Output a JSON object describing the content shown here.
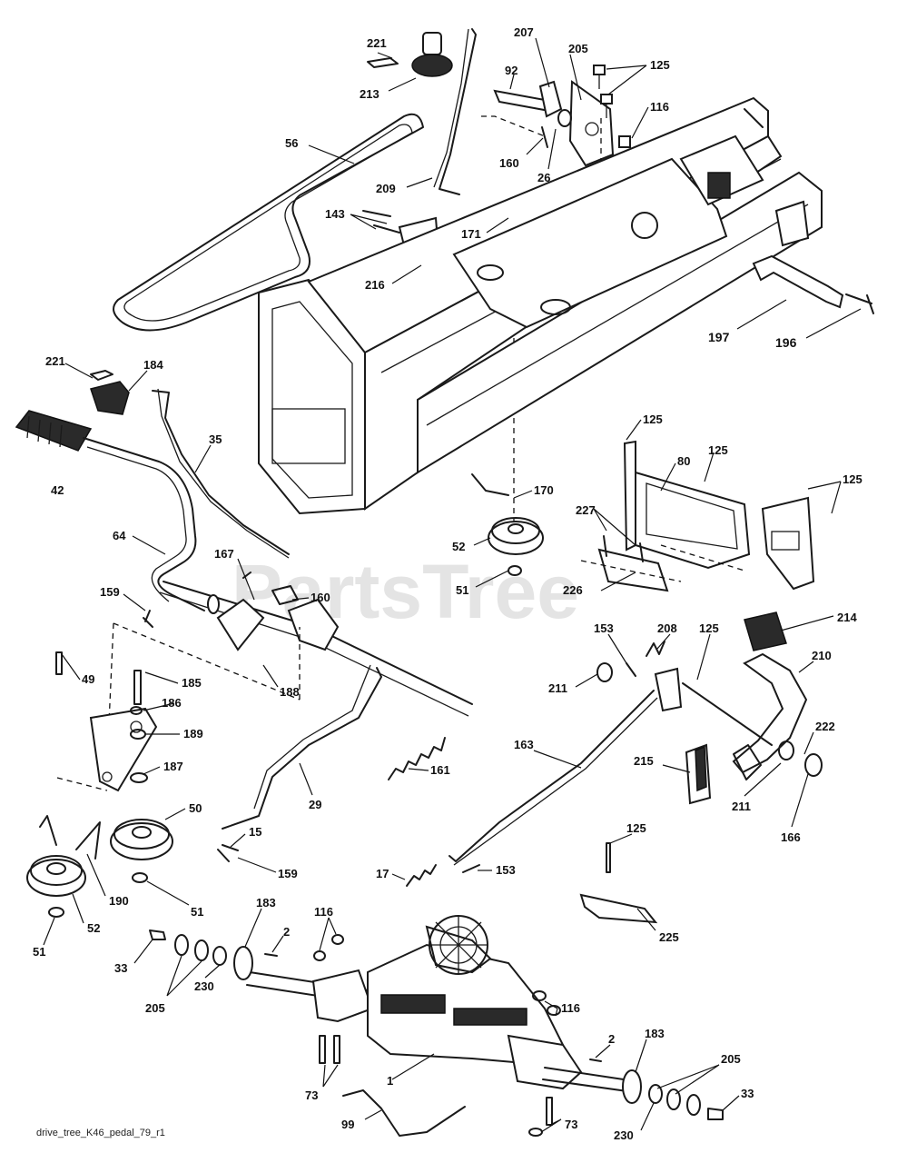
{
  "watermark": "PartsTree",
  "caption": "drive_tree_K46_pedal_79_r1",
  "callouts": {
    "c221a": "221",
    "c213": "213",
    "c56": "56",
    "c209": "209",
    "c92": "92",
    "c207": "207",
    "c205a": "205",
    "c125a": "125",
    "c116a": "116",
    "c160a": "160",
    "c26": "26",
    "c143": "143",
    "c216": "216",
    "c171": "171",
    "c197": "197",
    "c196": "196",
    "c221b": "221",
    "c184": "184",
    "c42": "42",
    "c35": "35",
    "c64": "64",
    "c167": "167",
    "c160b": "160",
    "c159a": "159",
    "c170": "170",
    "c52a": "52",
    "c51a": "51",
    "c125b": "125",
    "c80": "80",
    "c125c": "125",
    "c125d": "125",
    "c227": "227",
    "c226": "226",
    "c214": "214",
    "c153a": "153",
    "c208": "208",
    "c125e": "125",
    "c211a": "211",
    "c210": "210",
    "c222": "222",
    "c49": "49",
    "c185": "185",
    "c186": "186",
    "c189": "189",
    "c187": "187",
    "c188": "188",
    "c163": "163",
    "c161": "161",
    "c215": "215",
    "c211b": "211",
    "c166": "166",
    "c29": "29",
    "c50": "50",
    "c15": "15",
    "c159b": "159",
    "c190": "190",
    "c51b": "51",
    "c52b": "52",
    "c51c": "51",
    "c17": "17",
    "c153b": "153",
    "c125f": "125",
    "c225": "225",
    "c183a": "183",
    "c2a": "2",
    "c116b": "116",
    "c33a": "33",
    "c205b": "205",
    "c230a": "230",
    "c116c": "116",
    "c2b": "2",
    "c183b": "183",
    "c205c": "205",
    "c33b": "33",
    "c1": "1",
    "c73a": "73",
    "c73b": "73",
    "c99": "99",
    "c230b": "230"
  }
}
